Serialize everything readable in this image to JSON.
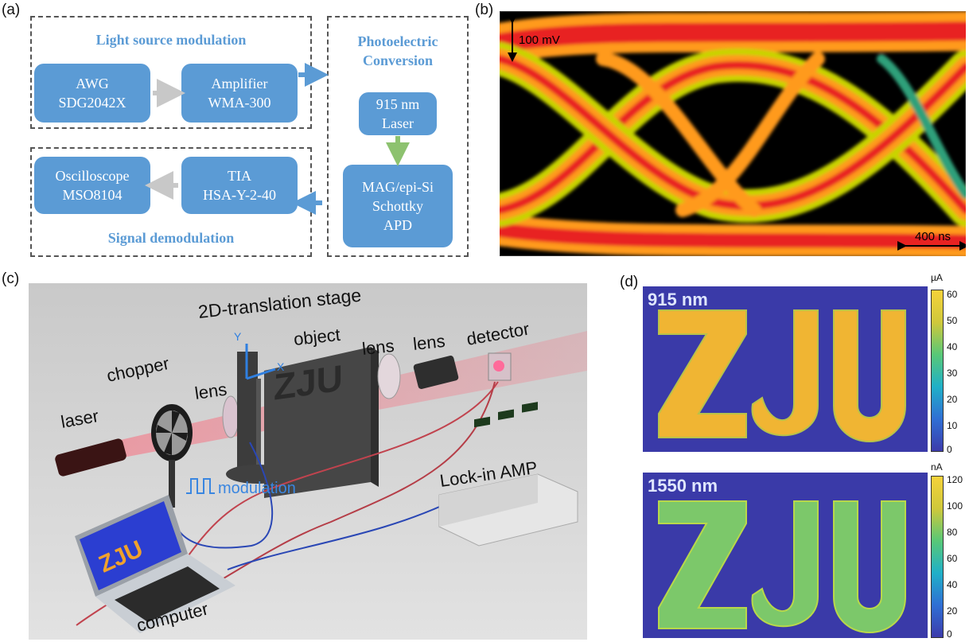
{
  "panels": {
    "a": "(a)",
    "b": "(b)",
    "c": "(c)",
    "d": "(d)"
  },
  "panel_a": {
    "light_source_title": "Light source modulation",
    "photoelectric_title": [
      "Photoelectric",
      "Conversion"
    ],
    "signal_title": "Signal demodulation",
    "awg": [
      "AWG",
      "SDG2042X"
    ],
    "amplifier": [
      "Amplifier",
      "WMA-300"
    ],
    "laser": [
      "915 nm",
      "Laser"
    ],
    "apd": [
      "MAG/epi-Si",
      "Schottky",
      "APD"
    ],
    "tia": [
      "TIA",
      "HSA-Y-2-40"
    ],
    "oscilloscope": [
      "Oscilloscope",
      "MSO8104"
    ]
  },
  "panel_b": {
    "voltage_scale": "100 mV",
    "time_scale": "400 ns"
  },
  "panel_c": {
    "stage": "2D-translation stage",
    "object": "object",
    "lens_1": "lens",
    "lens_2": "lens",
    "lens_3": "lens",
    "detector": "detector",
    "chopper": "chopper",
    "laser": "laser",
    "modulation": "modulation",
    "lockin": "Lock-in AMP",
    "computer": "computer",
    "screen_text": "ZJU",
    "object_text": "ZJU",
    "axis_y": "Y",
    "axis_x": "X"
  },
  "panel_d": {
    "top": {
      "wavelength": "915 nm",
      "unit": "µA",
      "ticks": [
        "60",
        "50",
        "40",
        "30",
        "20",
        "10",
        "0"
      ],
      "letters": "ZJU"
    },
    "bottom": {
      "wavelength": "1550 nm",
      "unit": "nA",
      "ticks": [
        "120",
        "100",
        "80",
        "60",
        "40",
        "20",
        "0"
      ],
      "letters": "ZJU"
    }
  },
  "colors": {
    "block_blue": "#5b9bd5",
    "map_bg": "#3a3aa8",
    "arrow_gray": "#c8c8c8",
    "arrow_green": "#8dc26f"
  }
}
